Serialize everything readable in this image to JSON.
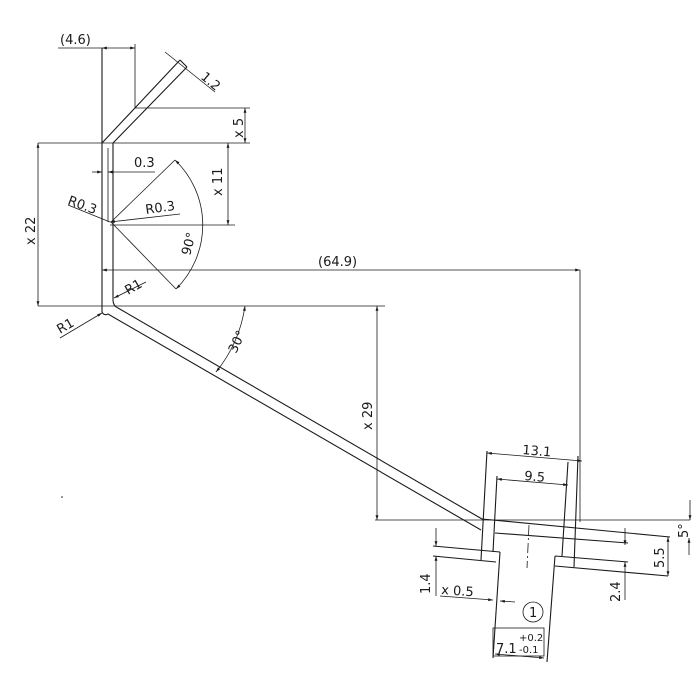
{
  "drawing": {
    "dimensions": {
      "top_offset": "(4.6)",
      "thickness": "1.2",
      "flange_height": "x 5",
      "overall_height": "x 22",
      "gap": "0.3",
      "inner_height": "x 11",
      "radius_left": "R0.3",
      "radius_inner": "R0.3",
      "angle_90": "90°",
      "horizontal_reach": "(64.9)",
      "radius_upper": "R1",
      "radius_lower": "R1",
      "angle_30": "30°",
      "drop_height": "x 29",
      "outer_width": "13.1",
      "inner_width": "9.5",
      "angle_5": "5°",
      "rail_height": "5.5",
      "right_step": "2.4",
      "left_step": "1.4",
      "chamfer": "x 0.5",
      "item_number": "1",
      "stem_width": "7.1",
      "tol_upper": "+0.2",
      "tol_lower": "-0.1"
    },
    "colors": {
      "line": "#1a1a1a",
      "background": "#ffffff"
    }
  }
}
